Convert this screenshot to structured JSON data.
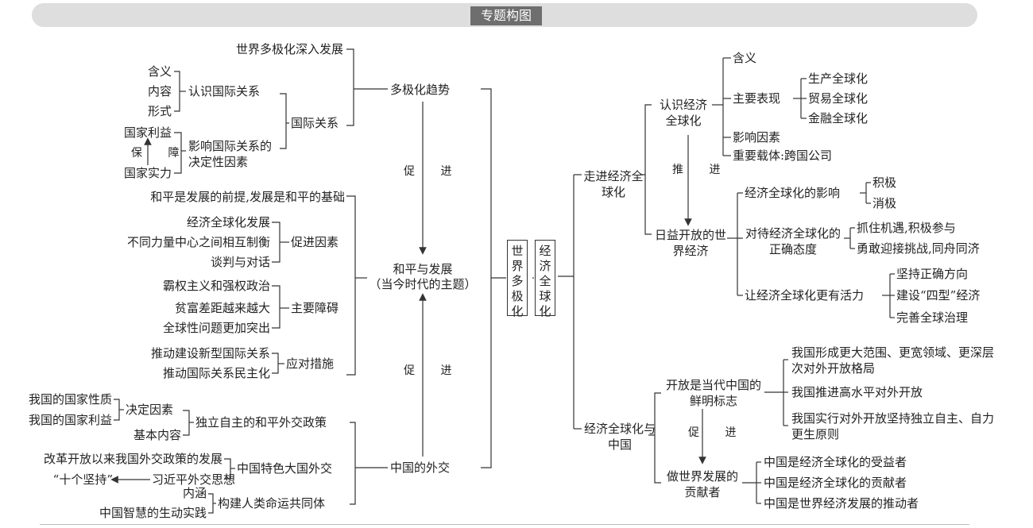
{
  "header": {
    "title": "专题构图"
  },
  "center": {
    "multipolar": "世界多极化",
    "globalization": "经济全球化"
  },
  "left": {
    "trend": {
      "title": "多极化趋势",
      "item1": "世界多极化深入发展",
      "relations": "国际关系",
      "know": "认识国际关系",
      "know_items": [
        "含义",
        "内容",
        "形式"
      ],
      "factor": "影响国际关系的决定性因素",
      "interest": "国家利益",
      "power": "国家实力",
      "guarantee": "保 障"
    },
    "promote1": "促 进",
    "peace": {
      "title": "和平与发展",
      "subtitle": "（当今时代的主题）",
      "basis": "和平是发展的前提,发展是和平的基础",
      "promote_factors": "促进因素",
      "pf_items": [
        "经济全球化发展",
        "不同力量中心之间相互制衡",
        "谈判与对话"
      ],
      "obstacles": "主要障碍",
      "ob_items": [
        "霸权主义和强权政治",
        "贫富差距越来越大",
        "全球性问题更加突出"
      ],
      "measures": "应对措施",
      "me_items": [
        "推动建设新型国际关系",
        "推动国际关系民主化"
      ]
    },
    "promote2": "促 进",
    "diplomacy": {
      "title": "中国的外交",
      "independent": "独立自主的和平外交政策",
      "decide": "决定因素",
      "decide_items": [
        "我国的国家性质",
        "我国的国家利益"
      ],
      "basic": "基本内容",
      "major": "中国特色大国外交",
      "development": "改革开放以来我国外交政策的发展",
      "xi": "习近平外交思想",
      "ten": "“十个坚持”",
      "community": "构建人类命运共同体",
      "connotation": "内涵",
      "practice": "中国智慧的生动实践"
    }
  },
  "right": {
    "enter": "走进经济全球化",
    "know": "认识经济全球化",
    "meaning": "含义",
    "main": "主要表现",
    "main_items": [
      "生产全球化",
      "贸易全球化",
      "金融全球化"
    ],
    "influence": "影响因素",
    "carrier": "重要载体:跨国公司",
    "push": "推 进",
    "open_world": "日益开放的世界经济",
    "impact": "经济全球化的影响",
    "impact_items": [
      "积极",
      "消极"
    ],
    "attitude": "对待经济全球化的正确态度",
    "attitude_items": [
      "抓住机遇,积极参与",
      "勇敢迎接挑战,同舟同济"
    ],
    "vital": "让经济全球化更有活力",
    "vital_items": [
      "坚持正确方向",
      "建设“四型”经济",
      "完善全球治理"
    ],
    "china": "经济全球化与中国",
    "opening": "开放是当代中国的鲜明标志",
    "opening_items": [
      "我国形成更大范围、更宽领域、更深层次对外开放格局",
      "我国推进高水平对外开放",
      "我国实行对外开放坚持独立自主、自力更生原则"
    ],
    "promote": "促 进",
    "contributor": "做世界发展的贡献者",
    "contrib_items": [
      "中国是经济全球化的受益者",
      "中国是经济全球化的贡献者",
      "中国是世界经济发展的推动者"
    ]
  }
}
